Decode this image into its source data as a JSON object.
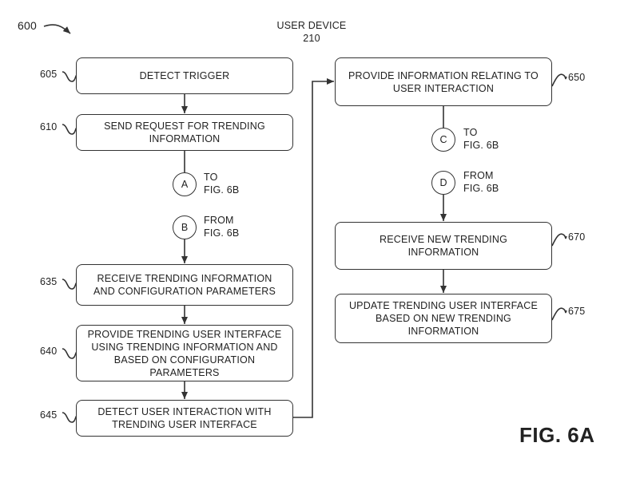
{
  "diagram": {
    "figure_ref": "600",
    "header": {
      "title": "USER DEVICE",
      "ref": "210"
    },
    "steps": [
      {
        "ref": "605",
        "text": "DETECT TRIGGER"
      },
      {
        "ref": "610",
        "text": "SEND REQUEST FOR TRENDING\nINFORMATION"
      },
      {
        "ref": "635",
        "text": "RECEIVE TRENDING INFORMATION\nAND CONFIGURATION PARAMETERS"
      },
      {
        "ref": "640",
        "text": "PROVIDE TRENDING USER INTERFACE\nUSING TRENDING INFORMATION AND\nBASED ON CONFIGURATION\nPARAMETERS"
      },
      {
        "ref": "645",
        "text": "DETECT USER INTERACTION WITH\nTRENDING USER INTERFACE"
      },
      {
        "ref": "650",
        "text": "PROVIDE INFORMATION RELATING TO\nUSER INTERACTION"
      },
      {
        "ref": "670",
        "text": "RECEIVE NEW TRENDING\nINFORMATION"
      },
      {
        "ref": "675",
        "text": "UPDATE TRENDING USER INTERFACE\nBASED ON NEW TRENDING\nINFORMATION"
      }
    ],
    "connectors": [
      {
        "letter": "A",
        "note": "TO\nFIG. 6B"
      },
      {
        "letter": "B",
        "note": "FROM\nFIG. 6B"
      },
      {
        "letter": "C",
        "note": "TO\nFIG. 6B"
      },
      {
        "letter": "D",
        "note": "FROM\nFIG. 6B"
      }
    ],
    "figure_label": "FIG. 6A"
  }
}
